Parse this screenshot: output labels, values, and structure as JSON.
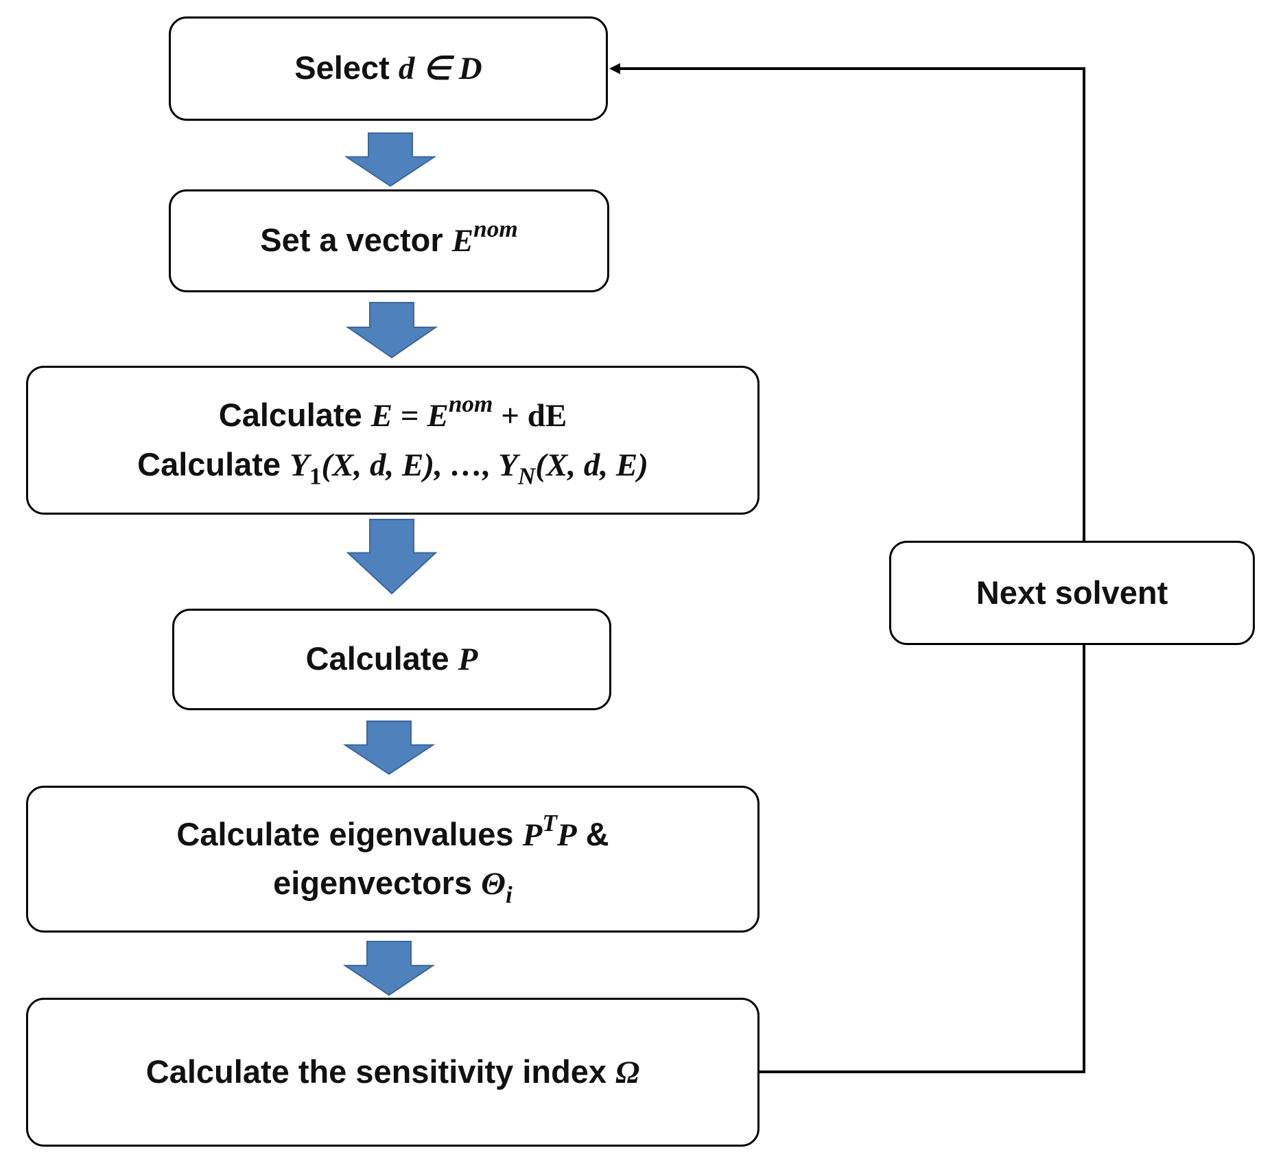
{
  "colors": {
    "arrow": "#4f81bd",
    "arrow_stroke": "#3a679e",
    "line": "#000000"
  },
  "steps": [
    {
      "text": "Select ",
      "math": "d ∈ D"
    },
    {
      "text": "Set a vector ",
      "math": "E",
      "sup": "nom"
    },
    {
      "line1_text": "Calculate ",
      "line1_math_a": "E",
      "line1_eq": " = ",
      "line1_math_b": "E",
      "line1_sup": "nom",
      "line1_plus": " + dE",
      "line2_text": "Calculate ",
      "line2_y1": "Y",
      "line2_sub1": "1",
      "line2_args1": "(X, d, E), …, ",
      "line2_yn": "Y",
      "line2_subn": "N",
      "line2_argsn": "(X, d, E)"
    },
    {
      "text": "Calculate ",
      "math": "P"
    },
    {
      "line1_text": "Calculate eigenvalues ",
      "line1_math_a": "P",
      "line1_sup": "T",
      "line1_math_b": "P",
      "line1_amp": " &",
      "line2_text": "eigenvectors ",
      "line2_math": "Θ",
      "line2_sub": "i"
    },
    {
      "text": "Calculate the sensitivity index ",
      "math": "Ω"
    }
  ],
  "loop": {
    "label": "Next solvent"
  }
}
